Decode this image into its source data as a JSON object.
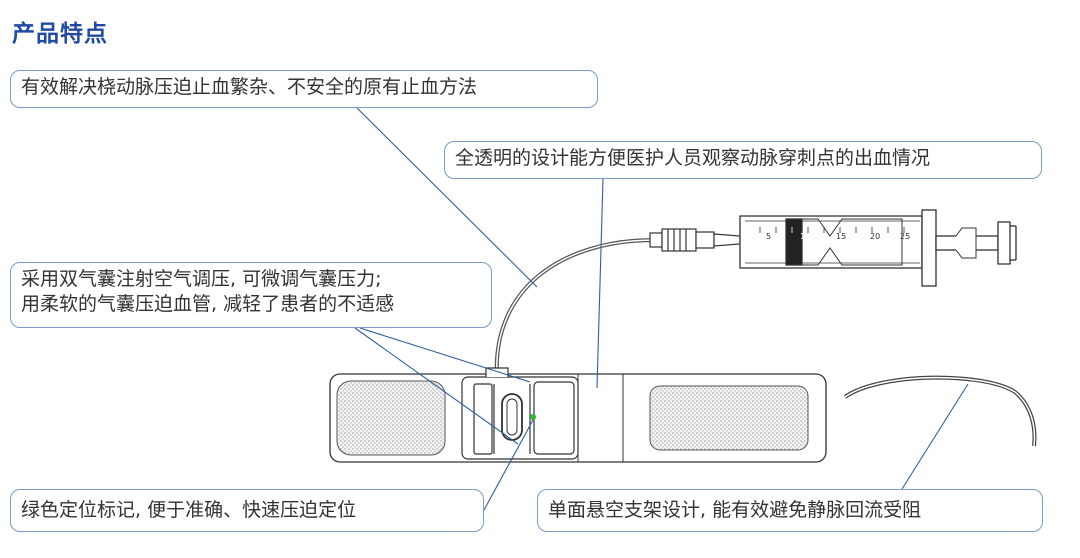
{
  "title": "产品特点",
  "callouts": {
    "c1": "有效解决桡动脉压迫止血繁杂、不安全的原有止血方法",
    "c2": "全透明的设计能方便医护人员观察动脉穿刺点的出血情况",
    "c3_line1": "采用双气囊注射空气调压, 可微调气囊压力;",
    "c3_line2": "用柔软的气囊压迫血管, 减轻了患者的不适感",
    "c4": "绿色定位标记, 便于准确、快速压迫定位",
    "c5": "单面悬空支架设计, 能有效避免静脉回流受阻"
  },
  "syringe_scale": [
    "5",
    "10",
    "15",
    "20",
    "25"
  ],
  "colors": {
    "title": "#1f4aa3",
    "callout_border": "#7a9cc6",
    "leader": "#2f5f9e",
    "marker": "#2db82d",
    "outline": "#333333"
  },
  "icons": [
    "syringe-icon",
    "luer-connector-icon",
    "tubing-icon",
    "wristband-icon",
    "airbag-icon",
    "green-marker-icon",
    "support-bracket-icon"
  ]
}
